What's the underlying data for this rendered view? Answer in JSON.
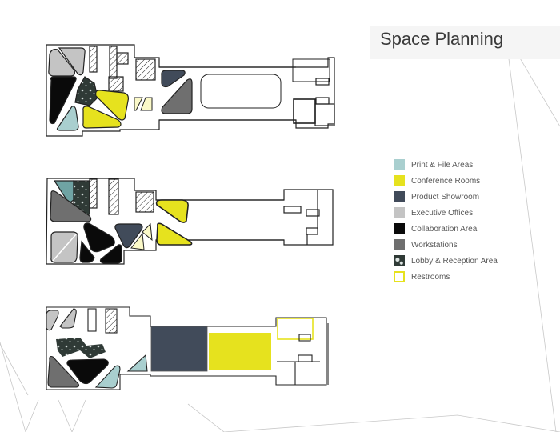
{
  "title": "Space Planning",
  "colors": {
    "print_file": "#a9cfcf",
    "conference": "#e6e21e",
    "showroom": "#414b5a",
    "executive": "#c4c4c4",
    "collaboration": "#0a0a0a",
    "workstations": "#6f6f6f",
    "lobby": "#2f3a36",
    "restroom_outline": "#e6e21e",
    "sketch_line": "#222222",
    "decor_line": "#c8c8c8"
  },
  "legend": {
    "items": [
      {
        "label": "Print & File Areas",
        "swatch": "#a9cfcf",
        "type": "fill"
      },
      {
        "label": "Conference Rooms",
        "swatch": "#e6e21e",
        "type": "fill"
      },
      {
        "label": "Product Showroom",
        "swatch": "#414b5a",
        "type": "fill"
      },
      {
        "label": "Executive Offices",
        "swatch": "#c4c4c4",
        "type": "fill"
      },
      {
        "label": "Collaboration Area",
        "swatch": "#0a0a0a",
        "type": "fill"
      },
      {
        "label": "Workstations",
        "swatch": "#6f6f6f",
        "type": "fill"
      },
      {
        "label": "Lobby & Reception Area",
        "swatch": "#2f3a36",
        "type": "texture"
      },
      {
        "label": "Restrooms",
        "swatch": "#e6e21e",
        "type": "outline"
      }
    ]
  },
  "plans": [
    {
      "name": "floor-plan-option-1"
    },
    {
      "name": "floor-plan-option-2"
    },
    {
      "name": "floor-plan-option-3"
    }
  ]
}
